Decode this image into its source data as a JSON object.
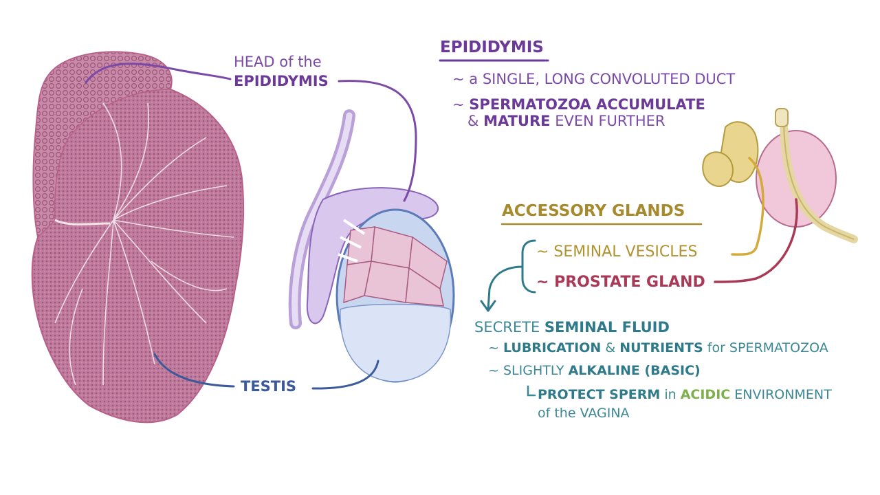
{
  "labels": {
    "head_prefix": "HEAD of the",
    "head_main": "EPIDIDYMIS",
    "testis": "TESTIS"
  },
  "epididymis": {
    "title": "EPIDIDYMIS",
    "line1_tilde": "~",
    "line1": "a SINGLE, LONG CONVOLUTED DUCT",
    "line2_tilde": "~",
    "line2_bold": "SPERMATOZOA ACCUMULATE",
    "line3_amp": "&",
    "line3_bold": "MATURE",
    "line3_rest": "EVEN FURTHER"
  },
  "accessory": {
    "title": "ACCESSORY GLANDS",
    "item1": "~ SEMINAL VESICLES",
    "item2": "~ PROSTATE GLAND"
  },
  "secrete": {
    "prefix": "SECRETE",
    "main": "SEMINAL FLUID",
    "line1_tilde": "~",
    "line1_a": "LUBRICATION",
    "line1_amp": "&",
    "line1_b": "NUTRIENTS",
    "line1_for": "for",
    "line1_c": "SPERMATOZOA",
    "line2_tilde": "~",
    "line2_a": "SLIGHTLY",
    "line2_b": "ALKALINE (BASIC)",
    "line3_a": "PROTECT SPERM",
    "line3_in": "in",
    "line3_acidic": "ACIDIC",
    "line3_env": "ENVIRONMENT",
    "line4": "of the VAGINA"
  },
  "colors": {
    "tissue": "#c07a9c",
    "epididymis_purple": "#7a4aa6",
    "accessory_gold": "#a78a2c",
    "prostate_crimson": "#a83a57",
    "teal": "#2f7a8a",
    "testis_blue": "#3b5a9a",
    "acidic_green": "#7db04a"
  }
}
